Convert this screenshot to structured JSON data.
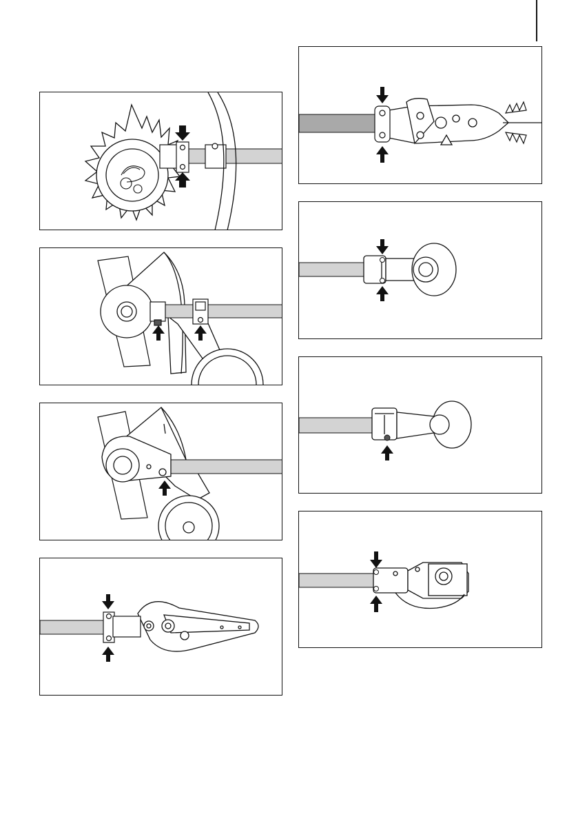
{
  "page": {
    "panels": [
      {
        "id": "p1",
        "subject": "cultivator-attachment"
      },
      {
        "id": "p2",
        "subject": "edger-attachment"
      },
      {
        "id": "p3",
        "subject": "edger-attachment-guard"
      },
      {
        "id": "p4",
        "subject": "pruner-attachment"
      },
      {
        "id": "p5",
        "subject": "hedge-trimmer-attachment"
      },
      {
        "id": "p6",
        "subject": "blower-attachment"
      },
      {
        "id": "p7",
        "subject": "sweeper-attachment"
      },
      {
        "id": "p8",
        "subject": "gearbox-attachment"
      }
    ],
    "colors": {
      "line": "#111111",
      "shaft": "#d3d3d3",
      "shaft_dark": "#a9a9a9",
      "background": "#ffffff"
    }
  }
}
